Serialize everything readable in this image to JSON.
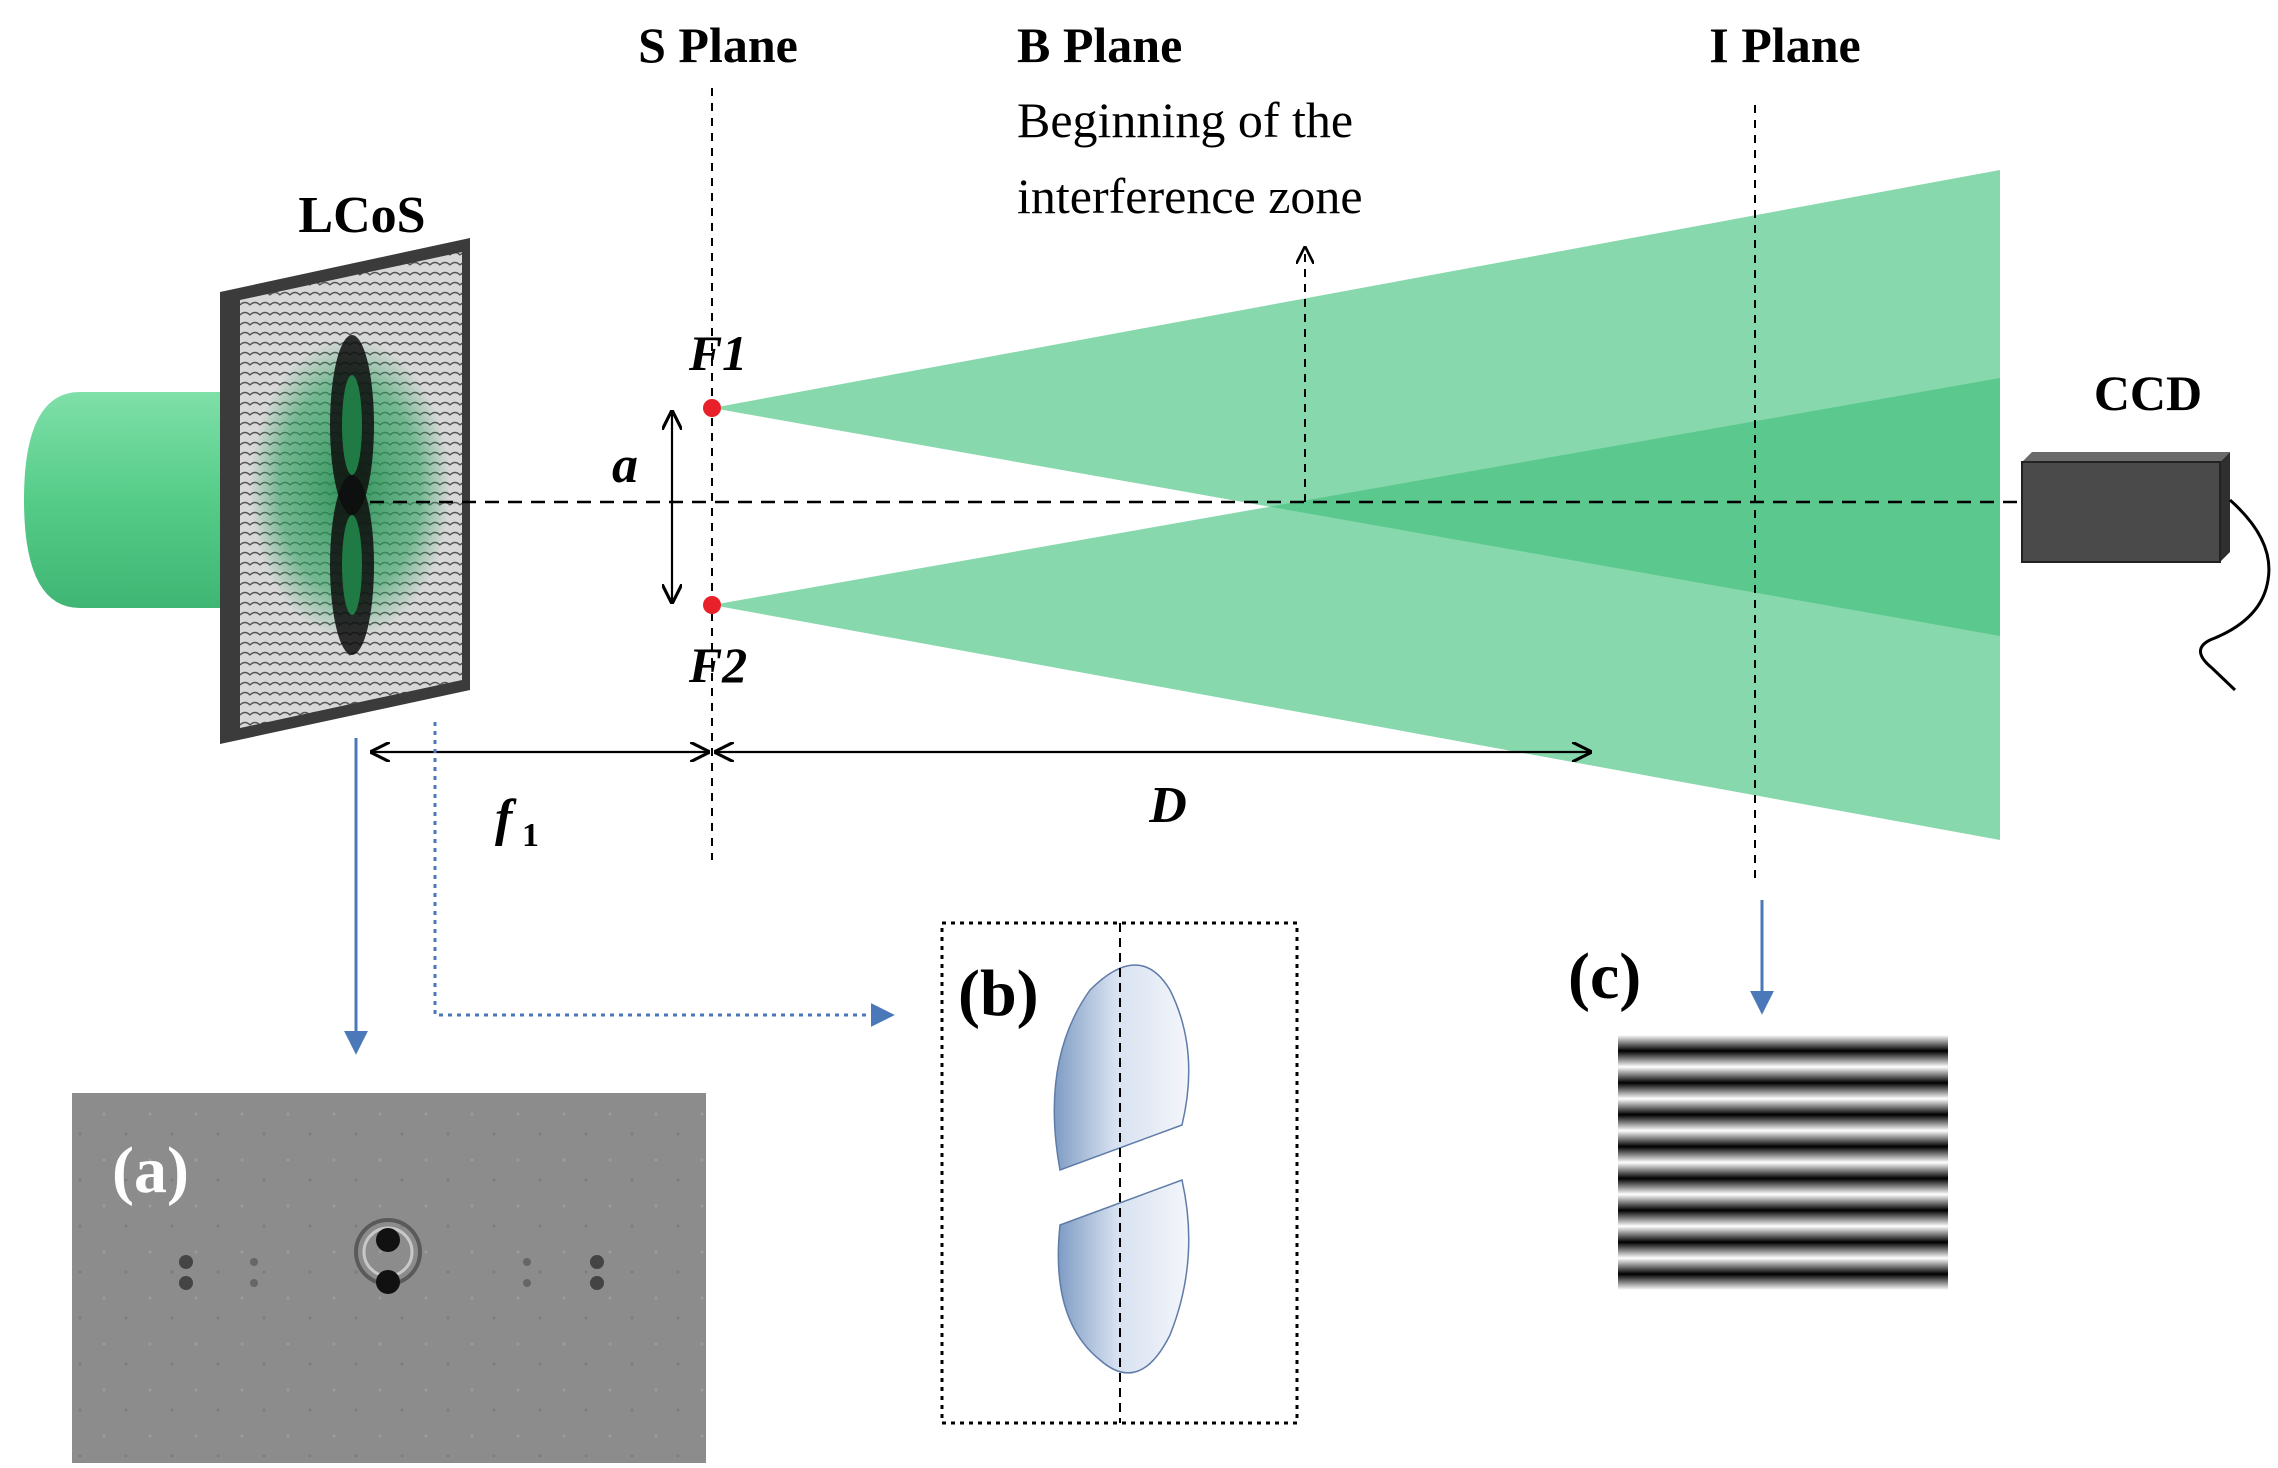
{
  "labels": {
    "s_plane": "S Plane",
    "b_plane": "B Plane",
    "b_plane_desc_line1": "Beginning of the",
    "b_plane_desc_line2": "interference zone",
    "i_plane": "I Plane",
    "lcos": "LCoS",
    "ccd": "CCD",
    "f1_point": "F1",
    "f2_point": "F2",
    "separation": "a",
    "focal_main": "f",
    "focal_sub": "1",
    "distance": "D",
    "panel_a": "(a)",
    "panel_b": "(b)",
    "panel_c": "(c)"
  },
  "colors": {
    "beam": "#3fc07a",
    "beam_overlap": "#1fa85a",
    "source_beam": "#5fd08f",
    "focus_point": "#e8202a",
    "arrow_blue": "#4a78b8",
    "device_gray": "#4a4a4a"
  },
  "fringes": {
    "count": 8
  }
}
